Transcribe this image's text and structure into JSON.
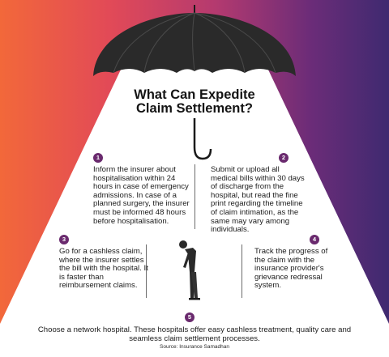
{
  "title_line1": "What Can Expedite",
  "title_line2": "Claim Settlement?",
  "tips": [
    {
      "number": "1",
      "text": "Inform the insurer about hospitalisation within 24 hours in case of emergency admissions. In case of a planned surgery, the insurer must be informed 48 hours before hospitalisation."
    },
    {
      "number": "2",
      "text": "Submit or upload all medical bills within 30 days of discharge from the hospital, but read the fine print regarding the timeline of claim intimation, as the same may vary among individuals."
    },
    {
      "number": "3",
      "text": "Go for a cashless claim, where the insurer settles the bill with the hospital. It is faster than reimbursement claims."
    },
    {
      "number": "4",
      "text": "Track the progress of the claim with the insurance provider's grievance redressal system."
    },
    {
      "number": "5",
      "text": "Choose a network hospital. These hospitals offer easy cashless treatment, quality care and seamless claim settlement processes."
    }
  ],
  "source": "Source: Insurance Samadhan",
  "colors": {
    "background_left": "#f2683a",
    "background_right": "#3f2a70",
    "badge": "#6a2a6e",
    "beam": "#ffffff"
  },
  "icons": [
    "umbrella-icon",
    "person-bowing-icon"
  ]
}
